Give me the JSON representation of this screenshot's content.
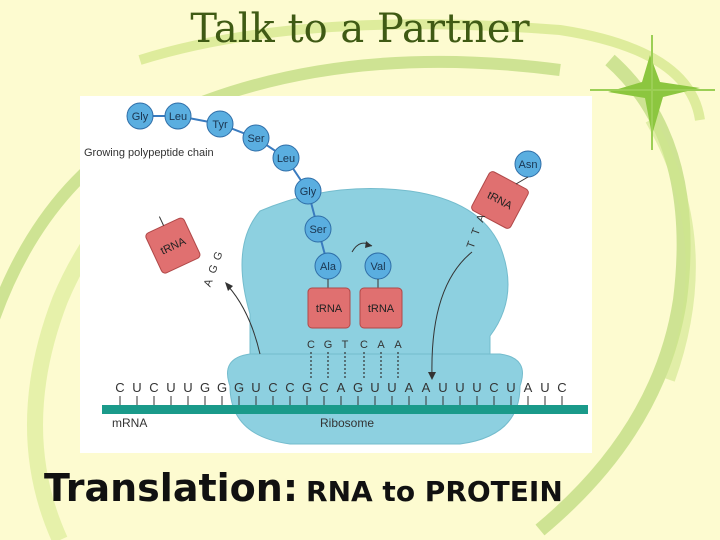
{
  "slide": {
    "title": "Talk to a Partner",
    "caption_main": "Translation:",
    "caption_sub": "RNA to PROTEIN"
  },
  "diagram": {
    "chain_label": "Growing polypeptide chain",
    "chain": [
      "Gly",
      "Leu",
      "Tyr",
      "Ser",
      "Leu",
      "Gly",
      "Ser",
      "Ala"
    ],
    "incoming_amino_acid": "Val",
    "arriving_amino_acid": "Asn",
    "trna_label": "tRNA",
    "departing_anticodon": [
      "A",
      "G",
      "G"
    ],
    "arriving_anticodon": [
      "T",
      "T",
      "A"
    ],
    "site_anticodons": [
      "C",
      "G",
      "T",
      "C",
      "A",
      "A"
    ],
    "mrna_sequence": [
      "C",
      "U",
      "C",
      "U",
      "U",
      "G",
      "G",
      "G",
      "U",
      "C",
      "C",
      "G",
      "C",
      "A",
      "G",
      "U",
      "U",
      "A",
      "A",
      "U",
      "U",
      "U",
      "C",
      "U",
      "A",
      "U",
      "C"
    ],
    "mrna_label": "mRNA",
    "ribosome_label": "Ribosome"
  },
  "colors": {
    "background": "#fdfbd0",
    "title": "#3f5a14",
    "swoosh": "#a8d060",
    "ribosome": "#8dd0e0",
    "amino_acid": "#5aaee0",
    "trna": "#e07070",
    "mrna": "#1a9a8a"
  }
}
